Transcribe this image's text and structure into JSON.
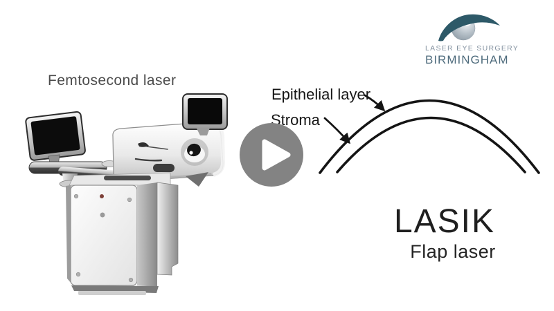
{
  "frame": {
    "background": "#ffffff"
  },
  "machine": {
    "caption": "Femtosecond laser",
    "illustration": "femtosecond-laser-machine-with-two-monitors"
  },
  "cornea": {
    "label_epithelial": "Epithelial layer",
    "label_stroma": "Stroma",
    "line_color": "#141414"
  },
  "headline": {
    "title": "LASIK",
    "subtitle": "Flap laser"
  },
  "brand": {
    "tagline": "LASER EYE SURGERY",
    "name": "BIRMINGHAM",
    "tagline_color": "#8492a0",
    "name_color": "#4e6b7c",
    "swoosh_color": "#2d5968"
  },
  "player": {
    "play_button_color": "#838383",
    "play_icon_color": "#ffffff"
  }
}
